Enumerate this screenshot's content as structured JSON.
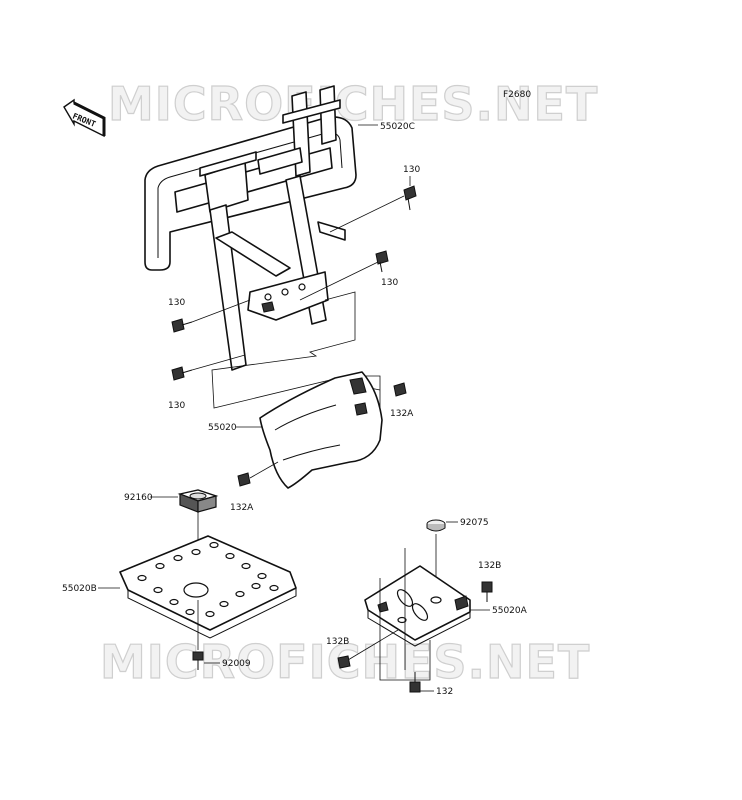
{
  "diagram": {
    "figure_code": "F2680",
    "front_indicator": "FRONT",
    "watermarks": [
      "MICROFICHES.NET",
      "MICROFICHES.NET"
    ],
    "callouts": [
      {
        "id": "guard-front",
        "label": "55020C"
      },
      {
        "id": "bolt-a",
        "label": "130"
      },
      {
        "id": "bolt-b",
        "label": "130"
      },
      {
        "id": "bolt-c",
        "label": "130"
      },
      {
        "id": "bolt-d",
        "label": "130"
      },
      {
        "id": "guard-lower",
        "label": "55020"
      },
      {
        "id": "bolt-e",
        "label": "132A"
      },
      {
        "id": "bolt-f",
        "label": "132A"
      },
      {
        "id": "pad",
        "label": "92160"
      },
      {
        "id": "skid-plate",
        "label": "55020B"
      },
      {
        "id": "bolt-g",
        "label": "92009"
      },
      {
        "id": "cap",
        "label": "92075"
      },
      {
        "id": "bolt-h",
        "label": "132B"
      },
      {
        "id": "bracket-plate",
        "label": "55020A"
      },
      {
        "id": "bolt-i",
        "label": "132B"
      },
      {
        "id": "bolt-j",
        "label": "132"
      }
    ]
  }
}
